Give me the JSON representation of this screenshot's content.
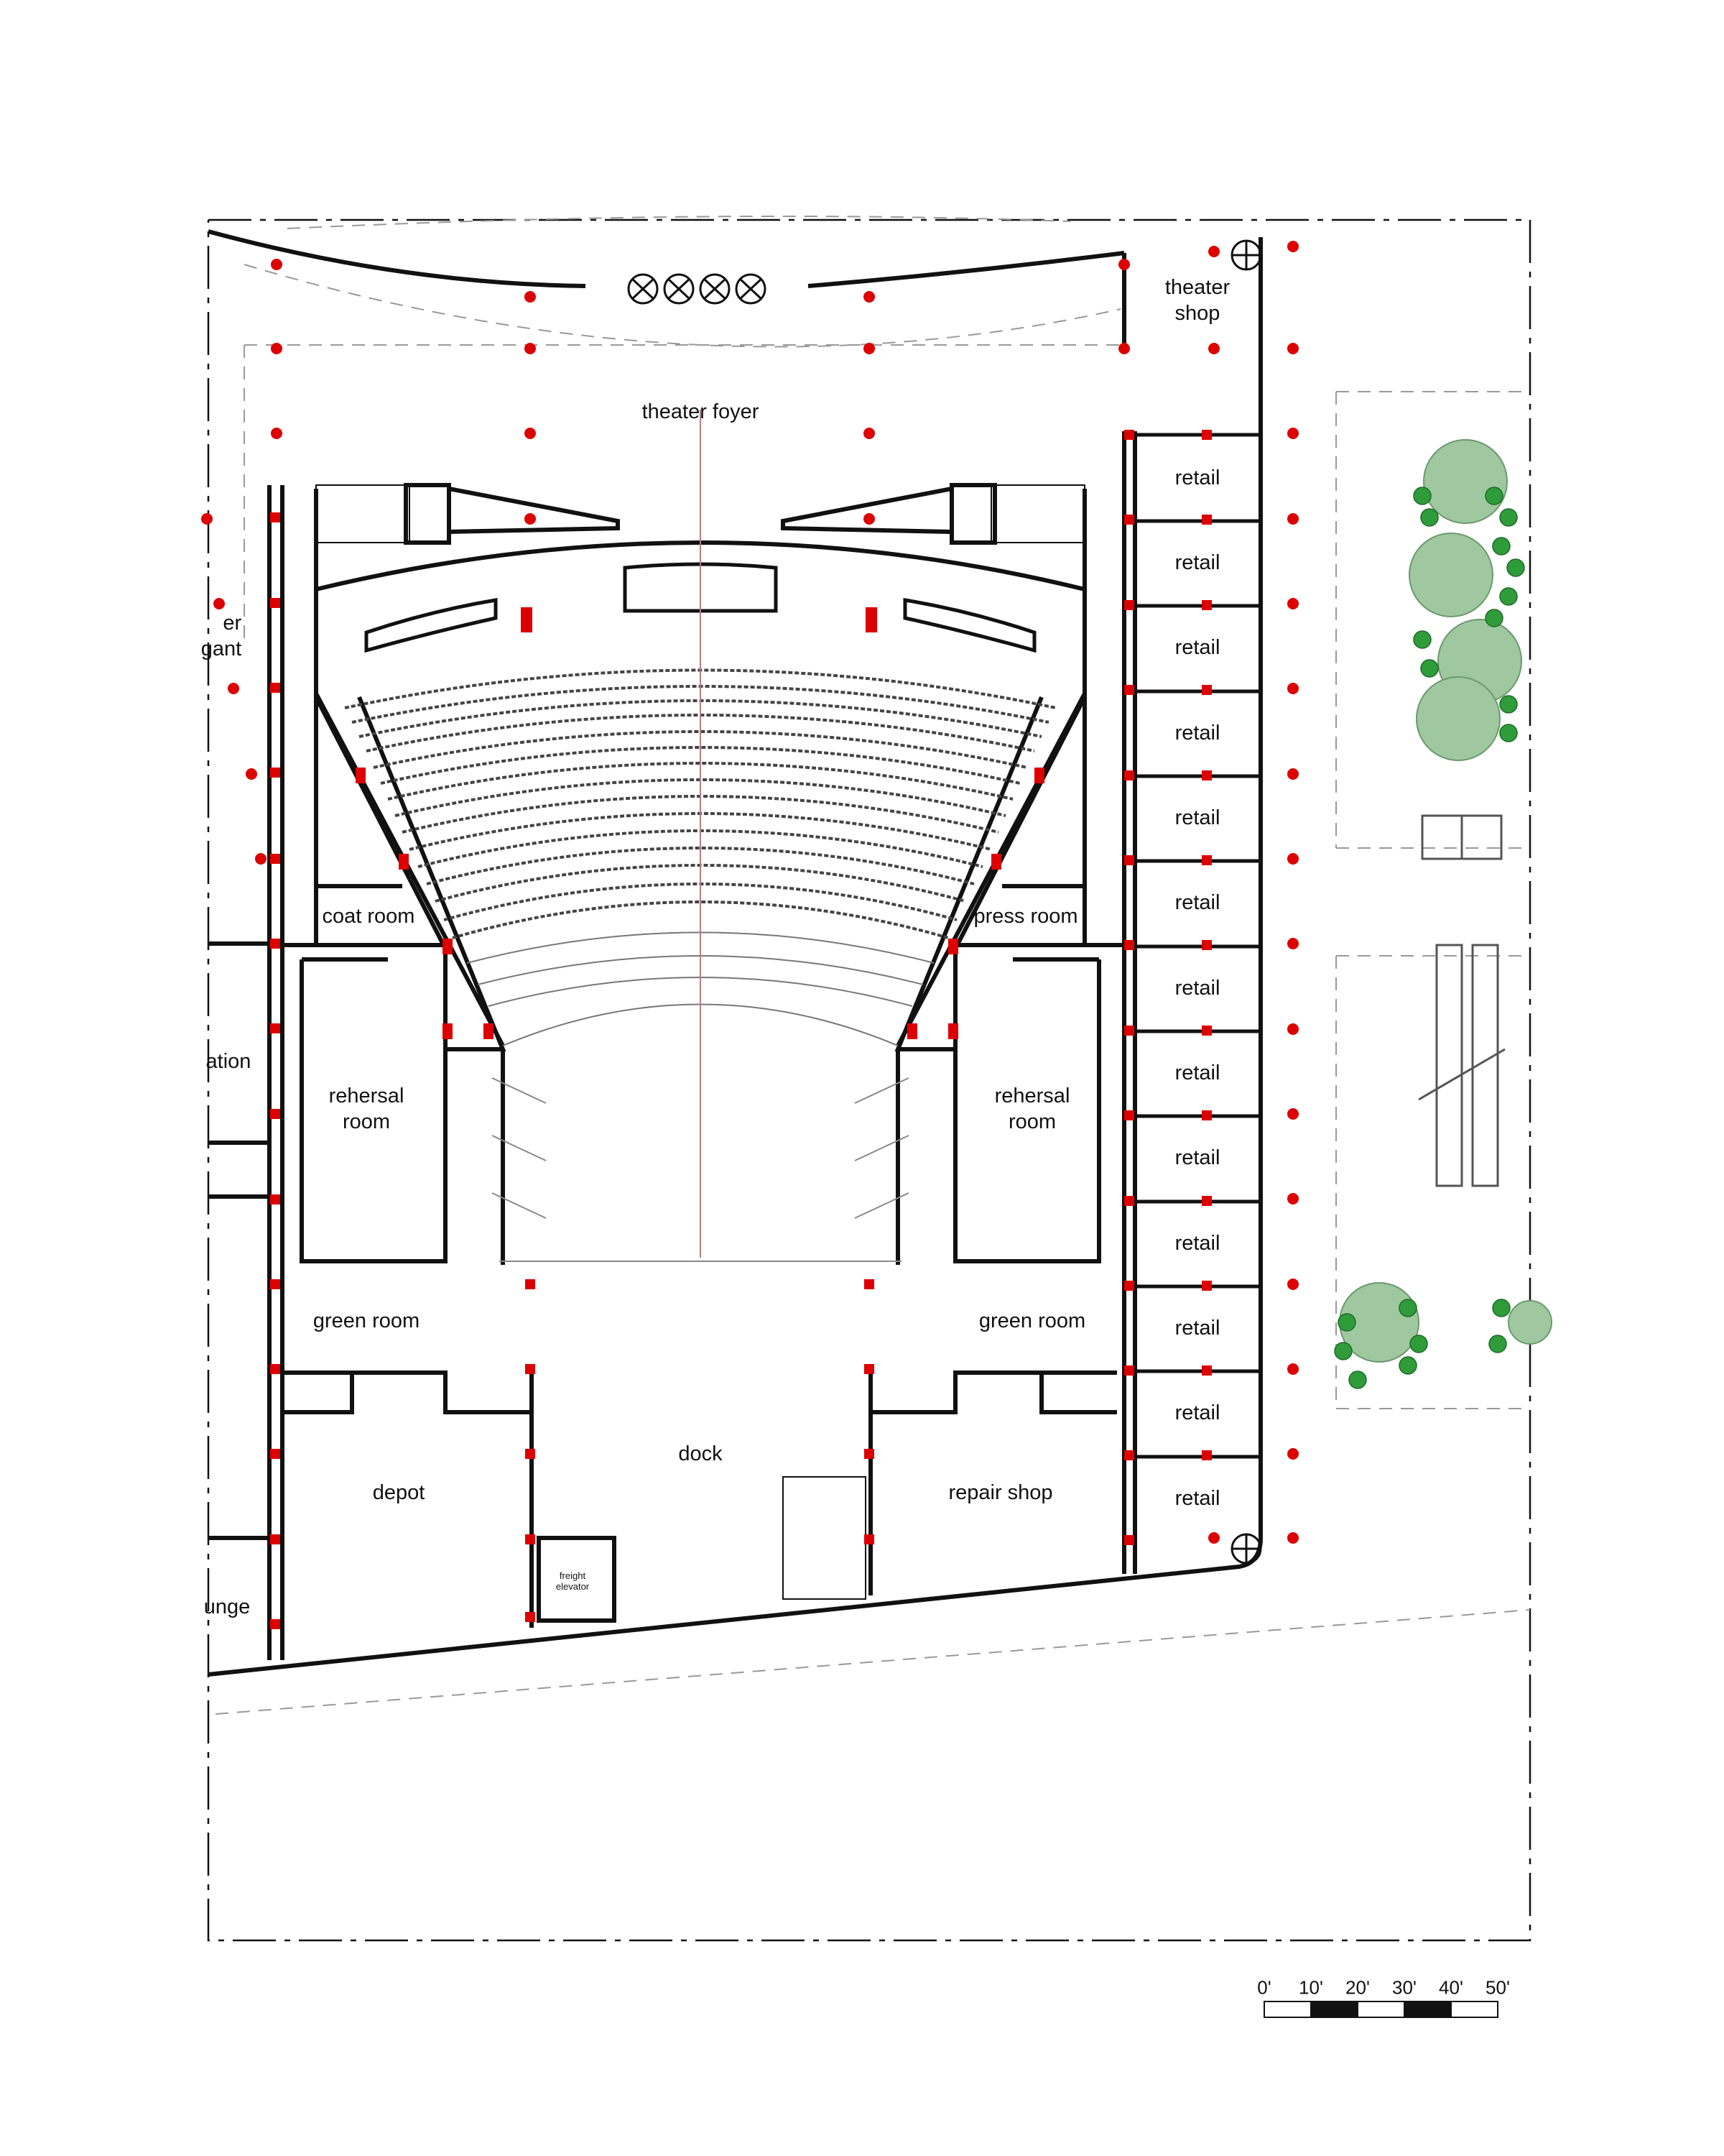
{
  "colors": {
    "wall": "#111111",
    "column": "#dd0000",
    "tree_fill": "#9fc8a0",
    "tree_shrub": "#2f9c3a",
    "dash": "#999999",
    "centerline": "#b08080"
  },
  "rooms": {
    "theater_foyer": "theater foyer",
    "theater_shop": "theater\nshop",
    "retail": [
      "retail",
      "retail",
      "retail",
      "retail",
      "retail",
      "retail",
      "retail",
      "retail",
      "retail",
      "retail",
      "retail",
      "retail",
      "retail"
    ],
    "coat_room": "coat room",
    "press_room": "press room",
    "rehearsal_left": "rehersal\nroom",
    "rehearsal_right": "rehersal\nroom",
    "green_room_left": "green room",
    "green_room_right": "green room",
    "dock": "dock",
    "depot": "depot",
    "repair_shop": "repair shop",
    "freight_elevator": "freight\nelevator",
    "cut_off_1": "er\ngant",
    "cut_off_2": "ation",
    "cut_off_3": "unge"
  },
  "scale_bar": {
    "labels": [
      "0'",
      "10'",
      "20'",
      "30'",
      "40'",
      "50'"
    ]
  }
}
